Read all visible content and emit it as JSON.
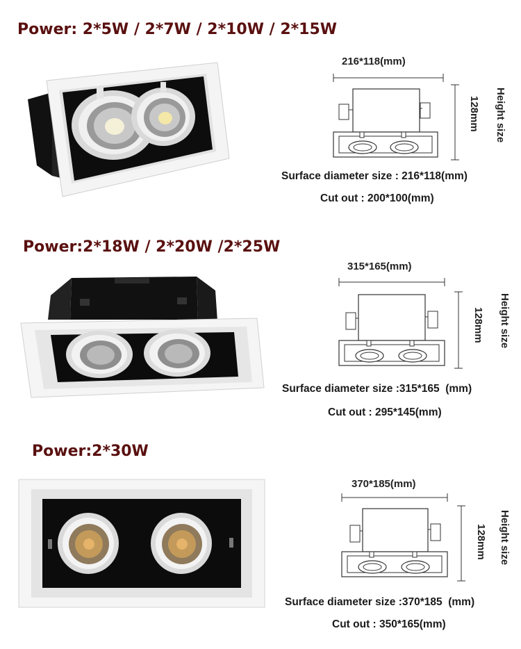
{
  "products": [
    {
      "power": "Power:  2*5W / 2*7W / 2*10W / 2*15W",
      "dimension": "216*118(mm)",
      "height_mm": "128mm",
      "height_label": "Height size",
      "surface": "Surface diameter size : 216*118(mm)",
      "cutout": "Cut out : 200*100(mm)"
    },
    {
      "power": "Power:2*18W / 2*20W /2*25W",
      "dimension": "315*165(mm)",
      "height_mm": "128mm",
      "height_label": "Height size",
      "surface": "Surface diameter size :315*165  (mm)",
      "cutout": "Cut out : 295*145(mm)"
    },
    {
      "power": "Power:2*30W",
      "dimension": "370*185(mm)",
      "height_mm": "128mm",
      "height_label": "Height size",
      "surface": "Surface diameter size :370*185  (mm)",
      "cutout": "Cut out : 350*165(mm)"
    }
  ],
  "colors": {
    "title": "#5a1010",
    "frame": "#f2f2f2",
    "housing": "#151515",
    "line": "#333333"
  }
}
